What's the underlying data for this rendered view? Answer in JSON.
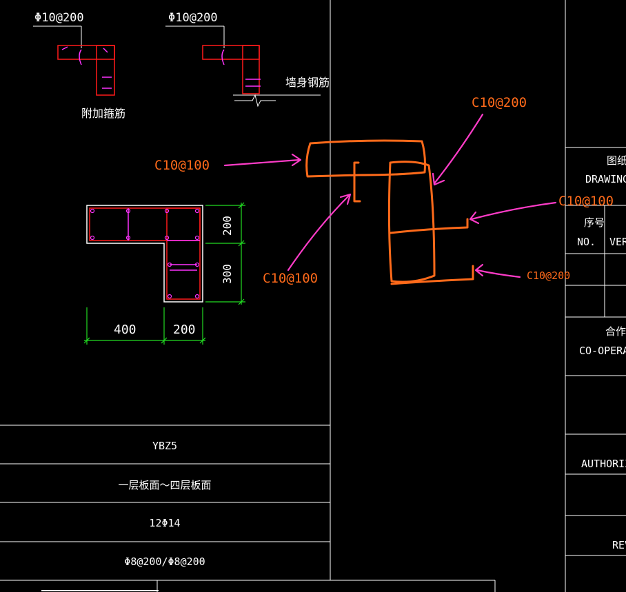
{
  "details": {
    "detail1_label": "Φ10@200",
    "detail1_caption": "附加箍筋",
    "detail2_label": "Φ10@200",
    "detail2_caption": "墙身钢筋"
  },
  "section": {
    "dim_top": "200",
    "dim_bottom": "300",
    "dim_width_left": "400",
    "dim_width_right": "200"
  },
  "sketch": {
    "label_top": "C10@200",
    "label_left": "C10@100",
    "label_right_1": "C10@100",
    "label_right_2": "C10@200",
    "label_bottom_left": "C10@100"
  },
  "table": {
    "rows": [
      {
        "text": "YBZ5"
      },
      {
        "text": "一层板面～四层板面"
      },
      {
        "text": "12Φ14"
      },
      {
        "text": "Φ8@200/Φ8@200"
      }
    ]
  },
  "title_block": {
    "row1_line1": "图纸修",
    "row1_line2": "DRAWING",
    "no_cn": "序号",
    "no_en": "NO.",
    "ver": "VER",
    "coop_cn": "合作设",
    "coop_en": "CO-OPERA",
    "authorized": "AUTHORIZ",
    "rev": "REV"
  },
  "colors": {
    "background": "#000000",
    "rebar": "#ff1a1a",
    "stirrup": "#ff33ff",
    "dimension": "#22dd22",
    "sketch_orange": "#ff6a1a",
    "annotation_pink": "#ff3cc8",
    "frame": "#ffffff"
  }
}
